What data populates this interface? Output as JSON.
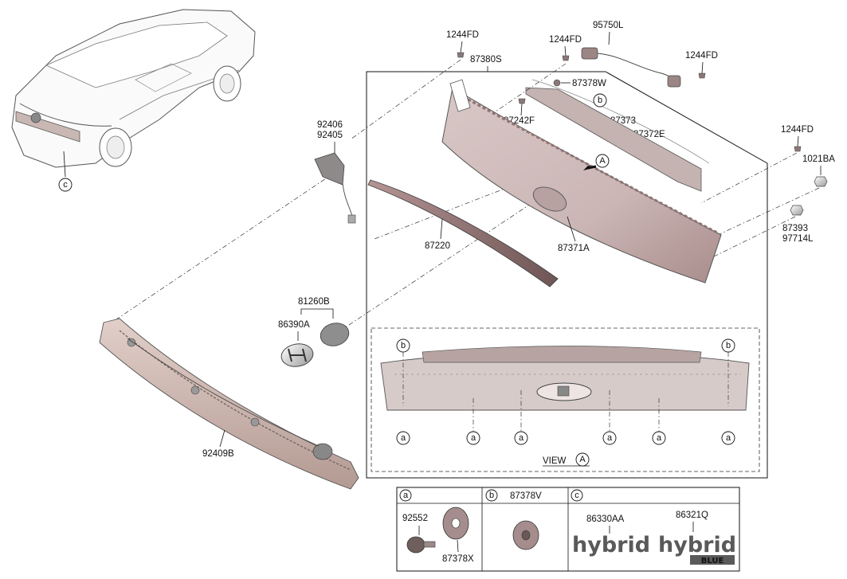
{
  "labels": {
    "bolt_1244fd_a": "1244FD",
    "bolt_1244fd_b": "1244FD",
    "bolt_1244fd_c": "1244FD",
    "bolt_1244fd_d": "1244FD",
    "wire_95750l": "95750L",
    "cover_87380s": "87380S",
    "clip_87378w": "87378W",
    "nut_87242f": "87242F",
    "bracket_87373": "87373",
    "bracket_87372e": "87372E",
    "nut_1021ba": "1021BA",
    "grommet_87393": "87393",
    "grommet_97714l": "97714L",
    "lamp_92406": "92406",
    "lamp_92405": "92405",
    "molding_87220": "87220",
    "garnish_87371a": "87371A",
    "emblem_81260b": "81260B",
    "emblem_86390a": "86390A",
    "lamp_92409b": "92409B",
    "view_caption": "VIEW"
  },
  "callouts": {
    "a": "a",
    "b": "b",
    "c": "c",
    "A": "A"
  },
  "legend": {
    "cell_a_letter": "a",
    "cell_b_letter": "b",
    "cell_c_letter": "c",
    "cell_a_part1": "92552",
    "cell_a_part2": "87378X",
    "cell_b_part": "87378V",
    "cell_c_part1": "86330AA",
    "cell_c_part2": "86321Q",
    "hybrid_text_1": "hybrid",
    "hybrid_text_2": "hybrid",
    "blue_text": "BLUE"
  }
}
